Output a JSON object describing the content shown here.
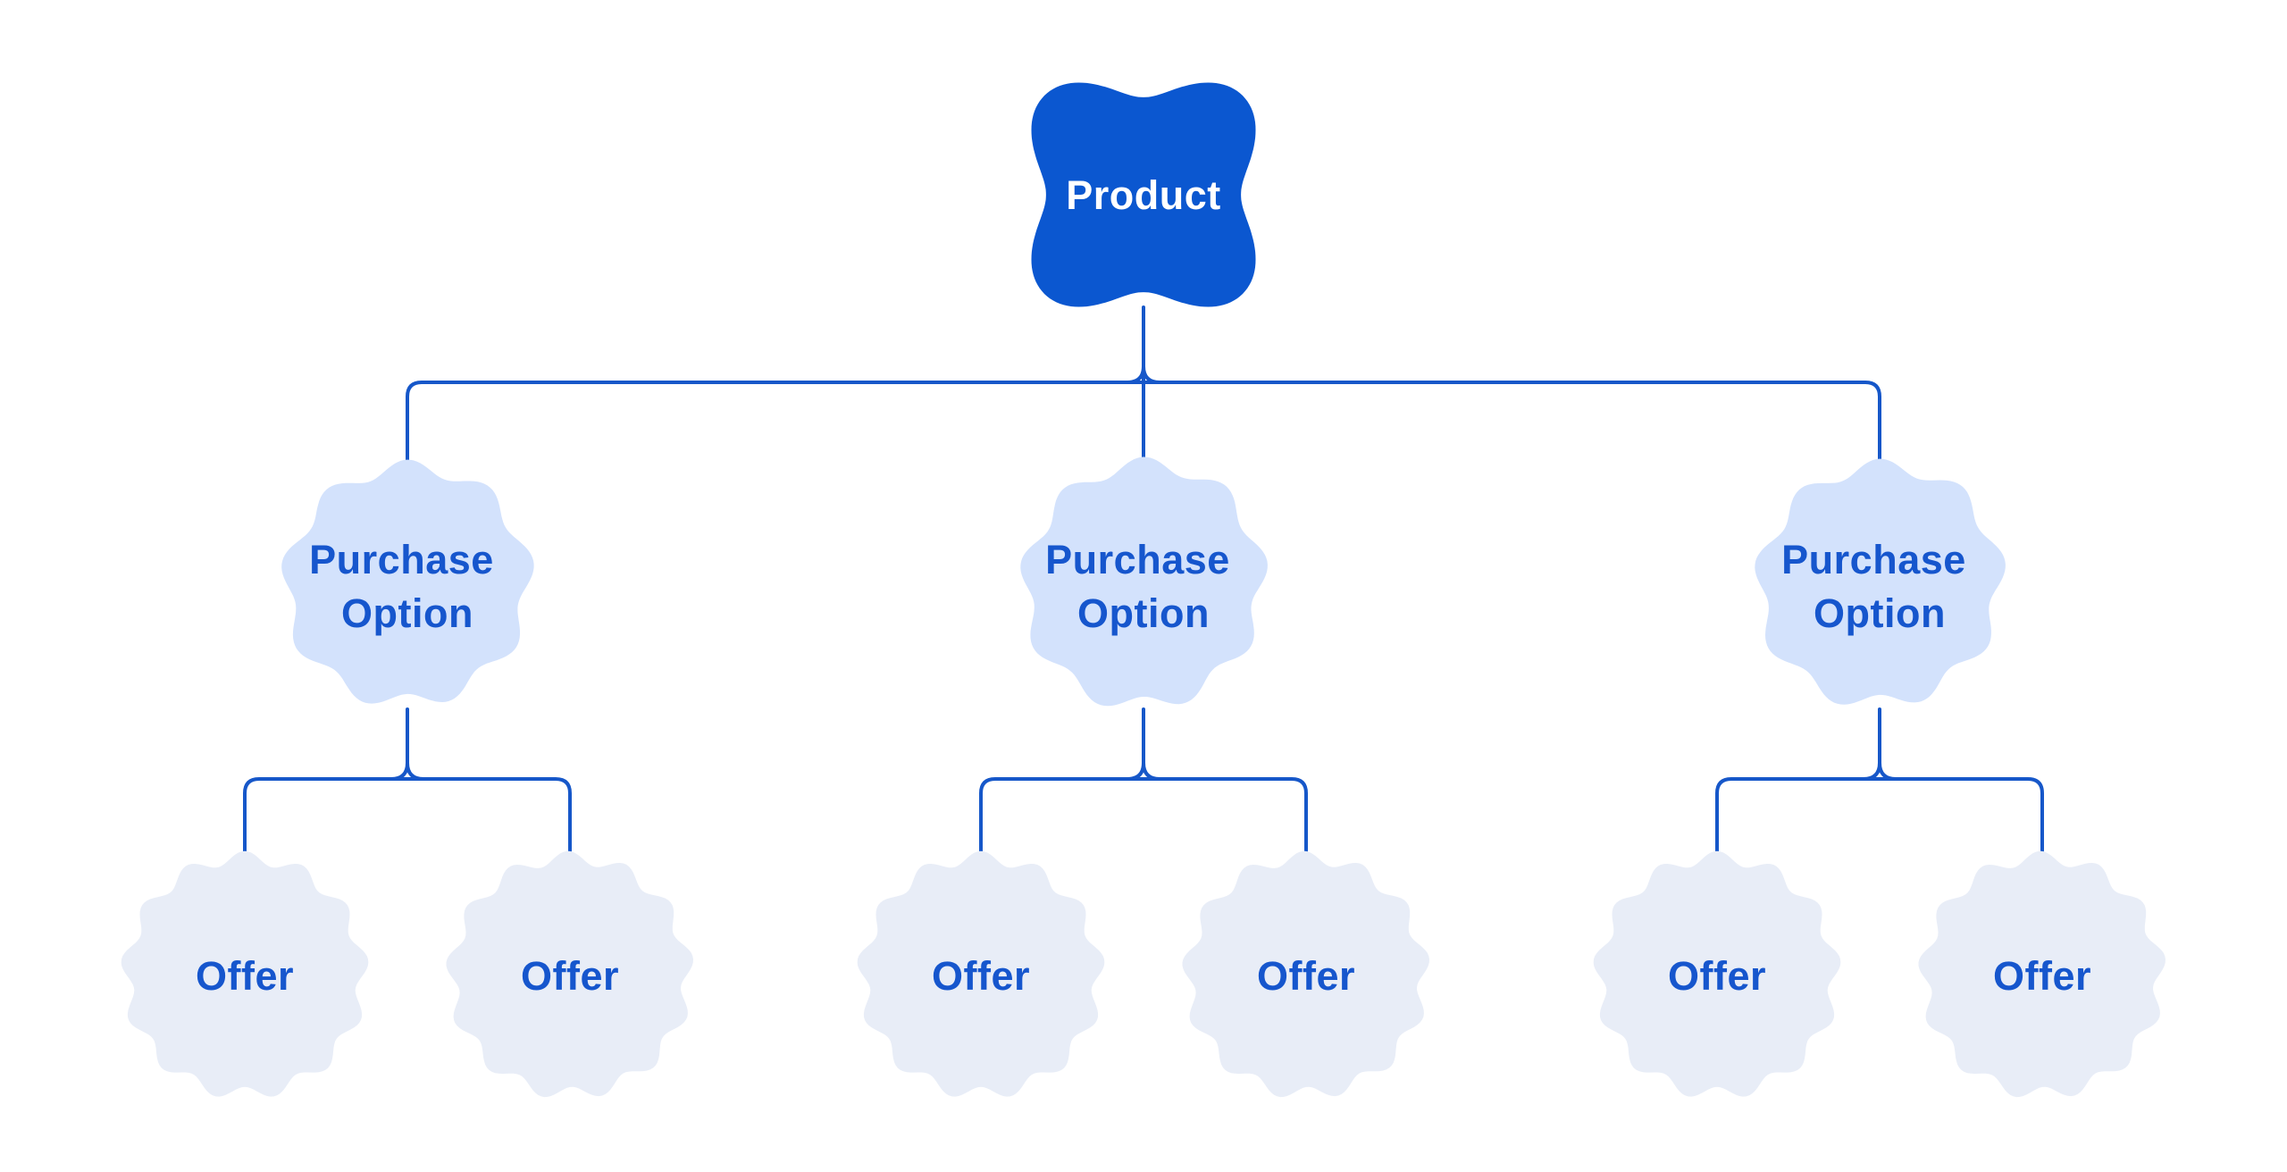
{
  "diagram": {
    "root": {
      "label": "Product"
    },
    "purchase_options": [
      {
        "line1": "Purchase",
        "line2": "Option"
      },
      {
        "line1": "Purchase",
        "line2": "Option"
      },
      {
        "line1": "Purchase",
        "line2": "Option"
      }
    ],
    "offers": [
      {
        "label": "Offer"
      },
      {
        "label": "Offer"
      },
      {
        "label": "Offer"
      },
      {
        "label": "Offer"
      },
      {
        "label": "Offer"
      },
      {
        "label": "Offer"
      }
    ],
    "colors": {
      "background": "#ffffff",
      "root_fill": "#0b57d0",
      "root_label": "#ffffff",
      "option_fill": "#d3e2fc",
      "offer_fill": "#e8edf7",
      "label": "#1656cd",
      "connector": "#1657c9"
    }
  }
}
